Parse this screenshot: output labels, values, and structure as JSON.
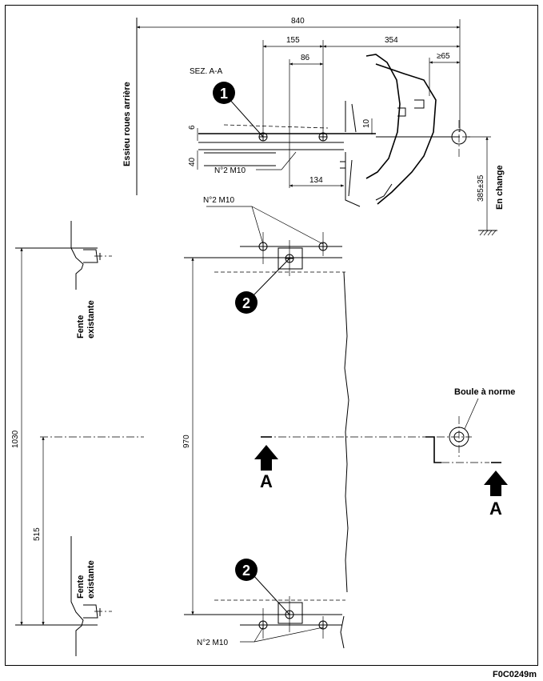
{
  "dimensions": {
    "d840": "840",
    "d155": "155",
    "d354": "354",
    "d86": "86",
    "d65": "≥65",
    "d6": "6",
    "d10": "10",
    "d40": "40",
    "d134": "134",
    "d385": "385±35",
    "d1030": "1030",
    "d515": "515",
    "d970": "970"
  },
  "labels": {
    "section": "SEZ. A-A",
    "rear_axle": "Essieu roues arrière",
    "loaded": "En change",
    "bolts_top_section": "N°2 M10",
    "bolts_plan_top": "N°2 M10",
    "bolts_plan_bottom": "N°2 M10",
    "slot_top_line1": "Fente",
    "slot_top_line2": "existante",
    "slot_bottom_line1": "Fente",
    "slot_bottom_line2": "existante",
    "tow_ball": "Boule à norme",
    "section_marker_left": "A",
    "section_marker_right": "A",
    "figure_code": "F0C0249m"
  },
  "callouts": {
    "c1": "1",
    "c2_top": "2",
    "c2_bottom": "2"
  },
  "colors": {
    "line": "#000000",
    "background": "#ffffff"
  }
}
